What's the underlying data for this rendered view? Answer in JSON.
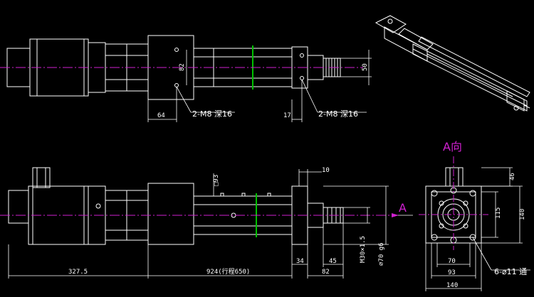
{
  "drawing": {
    "top_view": {
      "dim_bolt_spacing": "82",
      "dim_height": "50",
      "dim_left_offset": "64",
      "dim_right_offset": "17",
      "callout_left": "2-M8 深16",
      "callout_right": "2-M8 深16"
    },
    "side_view": {
      "dim_square": "□93",
      "dim_flange_gap": "10",
      "dim_motor_len": "327.5",
      "dim_body_len": "924(行程650)",
      "dim_flange": "34",
      "dim_rod": "82",
      "dim_rod_end": "45",
      "dim_thread": "M30×1.5",
      "dim_rod_dia": "⌀70 g6",
      "arrow_label": "A"
    },
    "end_view": {
      "title": "A向",
      "dim_top": "46",
      "dim_115": "115",
      "dim_140_v": "140",
      "dim_70": "70",
      "dim_93": "93",
      "dim_140_h": "140",
      "callout_holes": "6-⌀11 通"
    },
    "colors": {
      "background": "#000000",
      "outline": "#ffffff",
      "centerline": "#d020d0",
      "dimension": "#ffffff",
      "accent_green": "#00c000"
    }
  }
}
